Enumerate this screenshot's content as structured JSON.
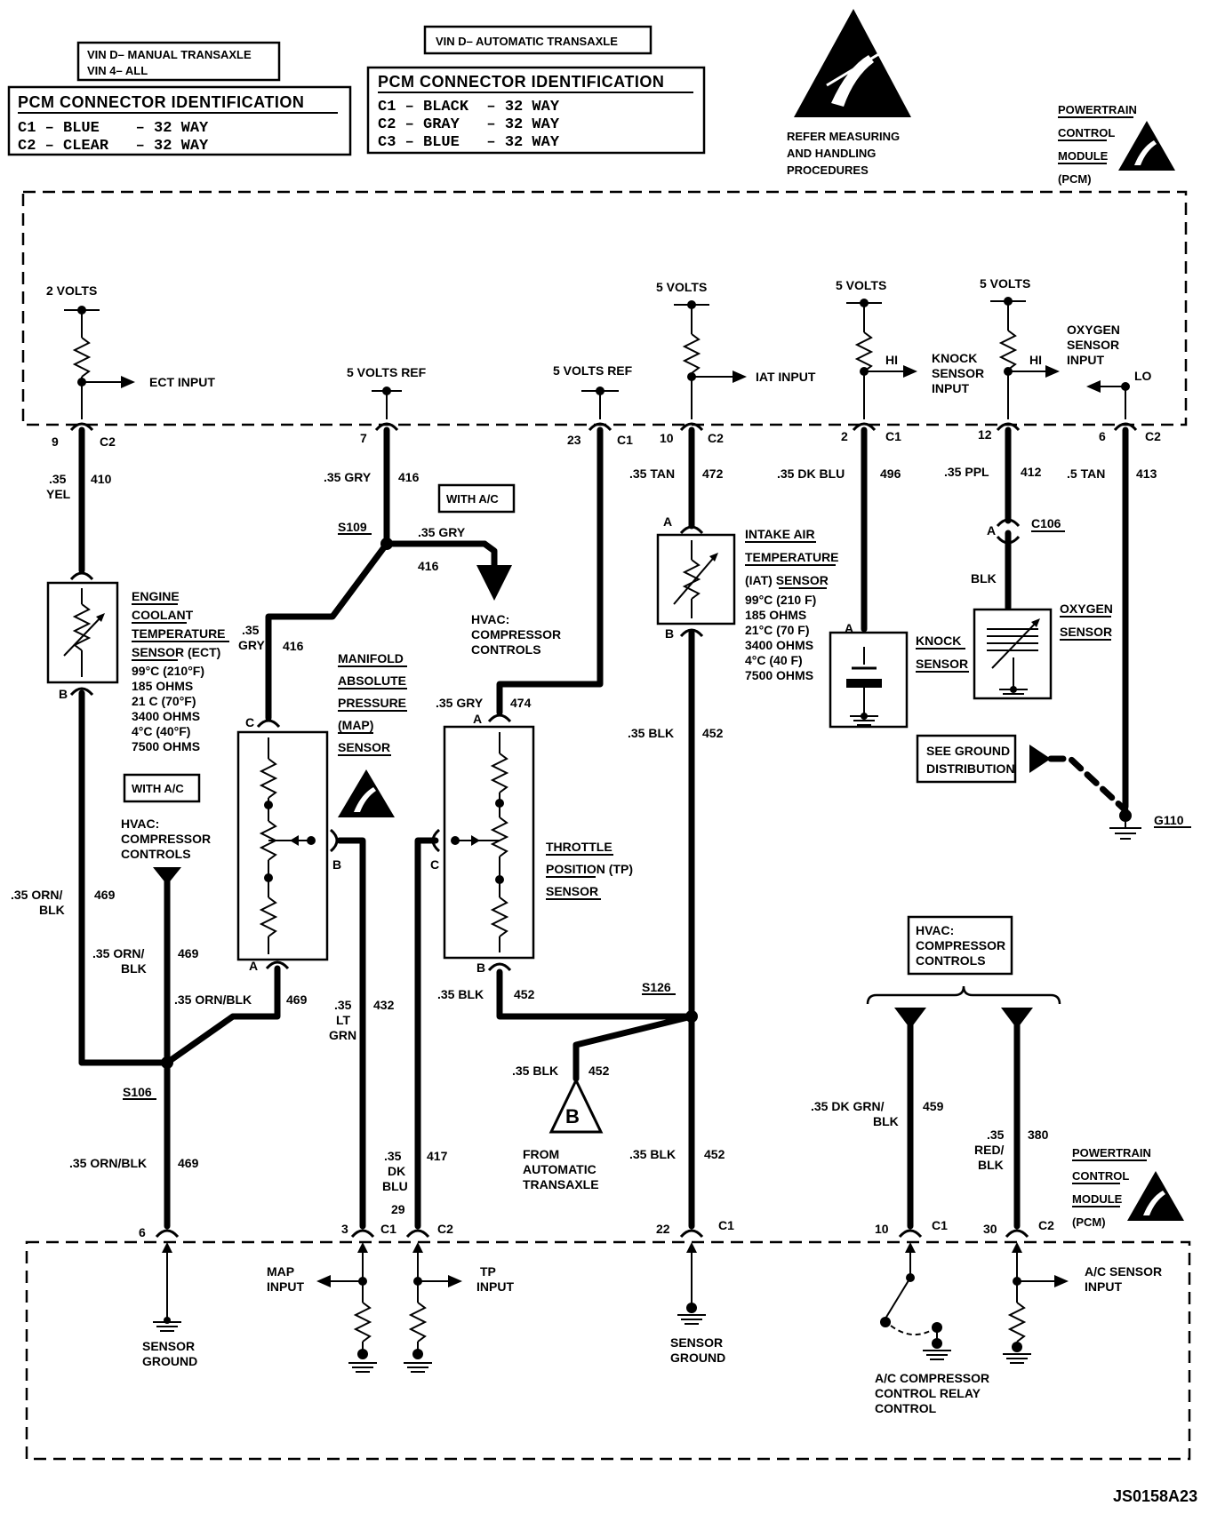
{
  "header": {
    "vin_manual": [
      "VIN D– MANUAL TRANSAXLE",
      "VIN 4– ALL"
    ],
    "vin_auto": "VIN D– AUTOMATIC TRANSAXLE",
    "pcm_id_left": {
      "title": "PCM CONNECTOR IDENTIFICATION",
      "rows": [
        "C1 – BLUE    – 32 WAY",
        "C2 – CLEAR   – 32 WAY"
      ]
    },
    "pcm_id_right": {
      "title": "PCM CONNECTOR IDENTIFICATION",
      "rows": [
        "C1 – BLACK  – 32 WAY",
        "C2 – GRAY   – 32 WAY",
        "C3 – BLUE   – 32 WAY"
      ]
    },
    "esd_note": [
      "REFER MEASURING",
      "AND HANDLING",
      "PROCEDURES"
    ],
    "pcm_label": [
      "POWERTRAIN",
      "CONTROL",
      "MODULE",
      "(PCM)"
    ]
  },
  "pcm_top": {
    "volts_2": "2 VOLTS",
    "ect_input": "ECT INPUT",
    "ref1": "5 VOLTS REF",
    "ref2": "5 VOLTS REF",
    "v5_iat": "5 VOLTS",
    "iat_input": "IAT INPUT",
    "v5_knock": "5 VOLTS",
    "hi_knock": "HI",
    "knock_input": [
      "KNOCK",
      "SENSOR",
      "INPUT"
    ],
    "v5_o2": "5 VOLTS",
    "hi_o2": "HI",
    "o2_input": [
      "OXYGEN",
      "SENSOR",
      "INPUT"
    ],
    "lo": "LO"
  },
  "pins_top": [
    {
      "num": "9",
      "conn": "C2"
    },
    {
      "num": "7",
      "conn": ""
    },
    {
      "num": "23",
      "conn": "C1"
    },
    {
      "num": "10",
      "conn": "C2"
    },
    {
      "num": "2",
      "conn": "C1"
    },
    {
      "num": "12",
      "conn": ""
    },
    {
      "num": "6",
      "conn": "C2"
    }
  ],
  "wires": {
    "w410": {
      "size": [
        ".35",
        "YEL"
      ],
      "circuit": "410"
    },
    "w416a": {
      "size": ".35 GRY",
      "circuit": "416"
    },
    "w416b": {
      "size": ".35 GRY",
      "circuit": "416"
    },
    "w416c": {
      "size": [
        ".35",
        "GRY"
      ],
      "circuit": "416"
    },
    "w474": {
      "size": ".35 GRY",
      "circuit": "474"
    },
    "w472": {
      "size": ".35 TAN",
      "circuit": "472"
    },
    "w452a": {
      "size": ".35 BLK",
      "circuit": "452"
    },
    "w496": {
      "size": ".35 DK BLU",
      "circuit": "496"
    },
    "w412": {
      "size": ".35 PPL",
      "circuit": "412"
    },
    "w413": {
      "size": ".5 TAN",
      "circuit": "413"
    },
    "w469a": {
      "size": [
        ".35 ORN/",
        "BLK"
      ],
      "circuit": "469"
    },
    "w469b": {
      "size": [
        ".35 ORN/",
        "BLK"
      ],
      "circuit": "469"
    },
    "w469c": {
      "size": ".35 ORN/BLK",
      "circuit": "469"
    },
    "w469d": {
      "size": ".35 ORN/BLK",
      "circuit": "469"
    },
    "w432": {
      "size": [
        ".35",
        "LT",
        "GRN"
      ],
      "circuit": "432"
    },
    "w417": {
      "size": [
        ".35",
        "DK",
        "BLU"
      ],
      "circuit": "417"
    },
    "w452b": {
      "size": ".35 BLK",
      "circuit": "452"
    },
    "w452c": {
      "size": ".35 BLK",
      "circuit": "452"
    },
    "w452d": {
      "size": ".35 BLK",
      "circuit": "452"
    },
    "w459": {
      "size": [
        ".35 DK GRN/",
        "BLK"
      ],
      "circuit": "459"
    },
    "w380": {
      "size": [
        ".35",
        "RED/",
        "BLK"
      ],
      "circuit": "380"
    }
  },
  "splices": {
    "s109": "S109",
    "s106": "S106",
    "s126": "S126"
  },
  "with_ac": [
    "WITH A/C",
    "WITH A/C"
  ],
  "components": {
    "ect": {
      "name": [
        "ENGINE",
        "COOLANT",
        "TEMPERATURE",
        "SENSOR (ECT)"
      ],
      "specs": [
        "99°C (210°F)",
        "185 OHMS",
        "21 C (70°F)",
        "3400 OHMS",
        "4°C (40°F)",
        "7500 OHMS"
      ]
    },
    "iat": {
      "name": [
        "INTAKE AIR",
        "TEMPERATURE",
        "(IAT) SENSOR"
      ],
      "specs": [
        "99°C (210 F)",
        "185 OHMS",
        "21°C (70 F)",
        "3400 OHMS",
        "4°C (40 F)",
        "7500 OHMS"
      ]
    },
    "map": {
      "name": [
        "MANIFOLD",
        "ABSOLUTE",
        "PRESSURE",
        "(MAP)",
        "SENSOR"
      ]
    },
    "tp": {
      "name": [
        "THROTTLE",
        "POSITION (TP)",
        "SENSOR"
      ]
    },
    "knock": {
      "name": [
        "KNOCK",
        "SENSOR"
      ]
    },
    "o2": {
      "name": [
        "OXYGEN",
        "SENSOR"
      ]
    },
    "hvac1": [
      "HVAC:",
      "COMPRESSOR",
      "CONTROLS"
    ],
    "hvac2": [
      "HVAC:",
      "COMPRESSOR",
      "CONTROLS"
    ],
    "hvac3": [
      "HVAC:",
      "COMPRESSOR",
      "CONTROLS"
    ]
  },
  "connectors": {
    "c106": "C106"
  },
  "ground_note": [
    "SEE GROUND",
    "DISTRIBUTION"
  ],
  "g110": "G110",
  "from_auto": [
    "FROM",
    "AUTOMATIC",
    "TRANSAXLE"
  ],
  "offpage_b": "B",
  "pins_bottom": [
    {
      "num": "6",
      "conn": ""
    },
    {
      "num": "3",
      "conn": "C1"
    },
    {
      "num": "29",
      "conn": "C2"
    },
    {
      "num": "22",
      "conn": "C1"
    },
    {
      "num": "10",
      "conn": "C1"
    },
    {
      "num": "30",
      "conn": "C2"
    }
  ],
  "pcm_bottom": {
    "sensor_ground1": [
      "SENSOR",
      "GROUND"
    ],
    "map_input": [
      "MAP",
      "INPUT"
    ],
    "tp_input": [
      "TP",
      "INPUT"
    ],
    "sensor_ground2": [
      "SENSOR",
      "GROUND"
    ],
    "relay": [
      "A/C COMPRESSOR",
      "CONTROL RELAY",
      "CONTROL"
    ],
    "ac_input": [
      "A/C SENSOR",
      "INPUT"
    ]
  },
  "pin_letters": {
    "a": "A",
    "b": "B",
    "c": "C"
  },
  "doc_id": "JS0158A23"
}
